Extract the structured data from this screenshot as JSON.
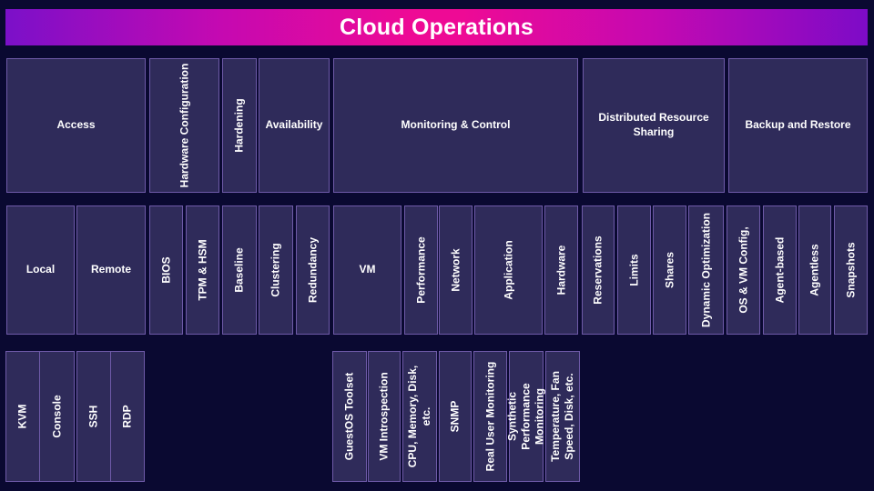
{
  "title": "Cloud Operations",
  "colors": {
    "page-bg": "#0a0931",
    "box-fill": "#2f2b5a",
    "box-border": "#6e5aa8",
    "banner-left": "#7b10c9",
    "banner-center": "#ee0a95",
    "banner-right": "#7d0bc7",
    "text": "#ffffff"
  },
  "l1": {
    "access": "Access",
    "hw_config": "Hardware Configuration",
    "hardening": "Hardening",
    "availability": "Availability",
    "monitoring": "Monitoring & Control",
    "drs": "Distributed Resource Sharing",
    "backup": "Backup and Restore"
  },
  "l2": {
    "local": "Local",
    "remote": "Remote",
    "bios": "BIOS",
    "tpm": "TPM & HSM",
    "baseline": "Baseline",
    "clustering": "Clustering",
    "redundancy": "Redundancy",
    "vm": "VM",
    "performance": "Performance",
    "network": "Network",
    "application": "Application",
    "hardware": "Hardware",
    "reservations": "Reservations",
    "limits": "Limits",
    "shares": "Shares",
    "dynopt": "Dynamic Optimization",
    "osvm": "OS & VM Config,",
    "agent_based": "Agent-based",
    "agentless": "Agentless",
    "snapshots": "Snapshots"
  },
  "l3": {
    "kvm": "KVM",
    "console": "Console",
    "ssh": "SSH",
    "rdp": "RDP",
    "guestos": "GuestOS Toolset",
    "introspection": "VM Introspection",
    "cpu": "CPU, Memory, Disk, etc.",
    "snmp": "SNMP",
    "rum": "Real User Monitoring",
    "synthetic": "Synthetic Performance Monitoring",
    "temperature": "Temperature, Fan Speed, Disk, etc."
  }
}
